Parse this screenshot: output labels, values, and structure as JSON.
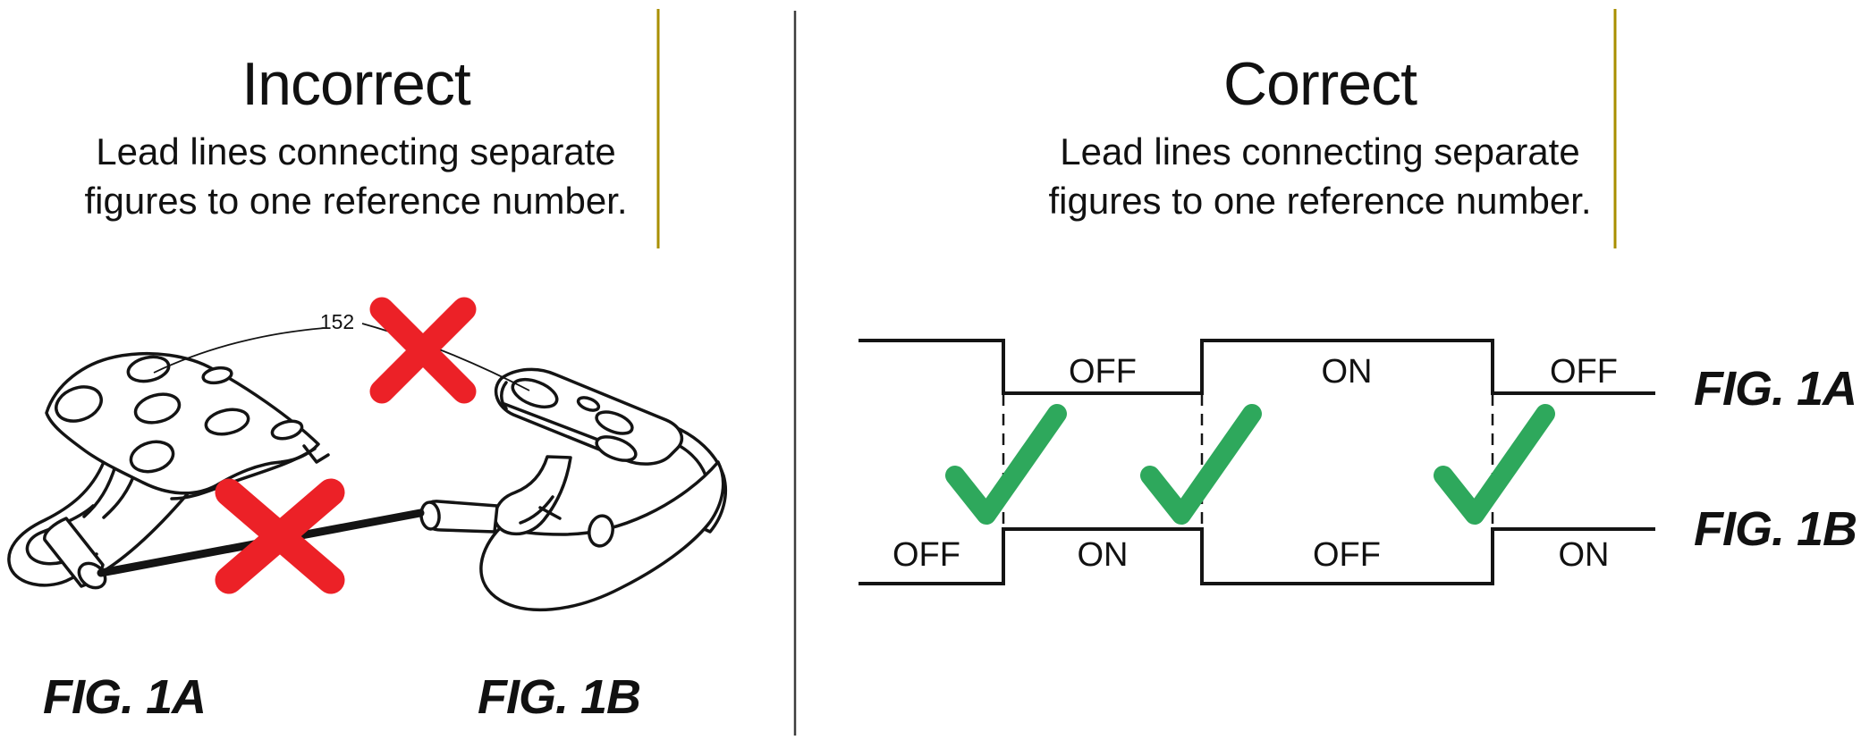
{
  "colors": {
    "ink": "#141414",
    "error_red": "#EC2127",
    "success_green": "#2EA85C",
    "gold_rule": "#A98F00",
    "divider": "#3D3D3D"
  },
  "incorrect_panel": {
    "title": "Incorrect",
    "subtitle_line1": "Lead lines connecting separate",
    "subtitle_line2": "figures to one reference number.",
    "reference_number": "152",
    "fig_a_label": "FIG. 1A",
    "fig_b_label": "FIG. 1B"
  },
  "correct_panel": {
    "title": "Correct",
    "subtitle_line1": "Lead lines connecting separate",
    "subtitle_line2": "figures to one reference number.",
    "fig_a_label": "FIG. 1A",
    "fig_b_label": "FIG. 1B",
    "waveform_a_states": [
      "OFF",
      "ON",
      "OFF"
    ],
    "waveform_b_states": [
      "OFF",
      "ON",
      "OFF",
      "ON"
    ]
  }
}
